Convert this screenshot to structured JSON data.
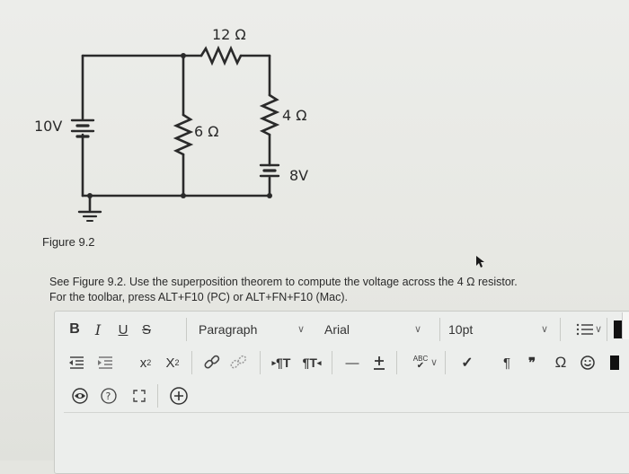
{
  "figure": {
    "caption": "Figure 9.2",
    "labels": {
      "r_top": "12 Ω",
      "r_mid": "6 Ω",
      "r_right": "4 Ω",
      "v_left": "10V",
      "v_right": "8V"
    }
  },
  "question": {
    "line1": "See Figure 9.2. Use the superposition theorem to compute the voltage across the 4 Ω resistor.",
    "line2": "For the toolbar, press ALT+F10 (PC) or ALT+FN+F10 (Mac)."
  },
  "toolbar": {
    "bold": "B",
    "italic": "I",
    "underline": "U",
    "strike": "S",
    "paragraph": "Paragraph",
    "font": "Arial",
    "size": "10pt",
    "superscript_base": "x",
    "superscript_mark": "2",
    "subscript_base": "X",
    "subscript_mark": "2",
    "ltr": "¶T",
    "rtl": "¶T",
    "minus": "—",
    "pilcrow": "¶",
    "quote": "❞",
    "omega": "Ω",
    "spell_label": "ABC"
  },
  "icons": [
    "bullet-list-icon",
    "chevron-down-icon",
    "decrease-indent-icon",
    "increase-indent-icon",
    "link-icon",
    "unlink-icon",
    "ltr-icon",
    "rtl-icon",
    "horizontal-line-icon",
    "plus-minus-icon",
    "spellcheck-icon",
    "checkmark-icon",
    "pilcrow-icon",
    "quote-icon",
    "omega-icon",
    "emoji-icon",
    "preview-icon",
    "help-icon",
    "fullscreen-icon",
    "add-icon"
  ]
}
